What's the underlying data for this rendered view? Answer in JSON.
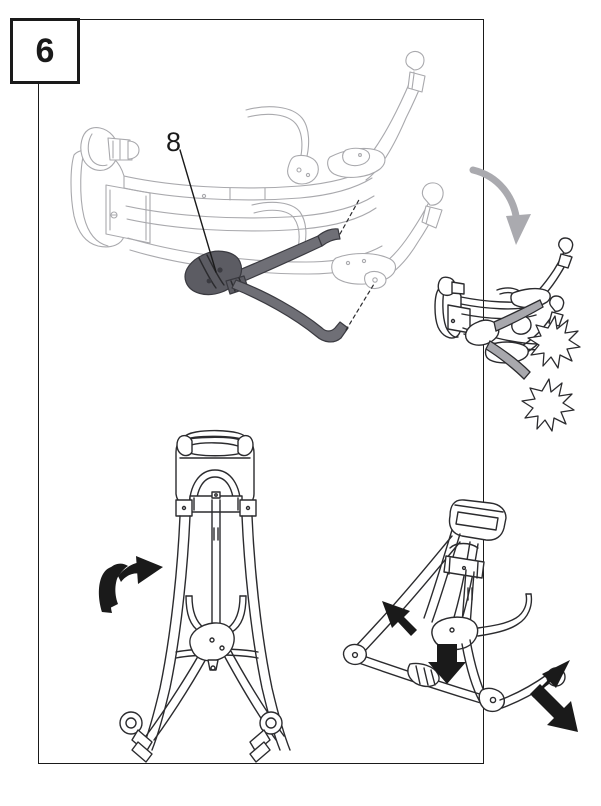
{
  "page": {
    "document_type": "assembly-instruction-step",
    "step_number": "6"
  },
  "step_frame": {
    "name": "step-6-frame",
    "number_label": "6"
  },
  "callouts": [
    {
      "id": "part-8",
      "label": "8",
      "description": "support brace / stabilizer bar",
      "color": "#6f6f76"
    }
  ],
  "illustrations": [
    {
      "id": "main-assembly",
      "name": "main-frame-assembly-illustration",
      "description": "Stroller frame shown in light gray outline with dark gray support brace part 8 being attached",
      "has_dashed_alignment_guides": true,
      "outline_color": "#a9a9ad"
    },
    {
      "id": "detail-inset",
      "name": "snap-detail-inset",
      "description": "Close-up detail of frame with two starburst snap indicators showing where brace clicks into place",
      "burst_count": 2,
      "border_color": "#b0b0b4"
    },
    {
      "id": "front-view-fold",
      "name": "front-view-folding-illustration",
      "description": "Front view of assembled frame with curved rotation arrow indicating fold direction"
    },
    {
      "id": "side-view-fold",
      "name": "side-view-folding-illustration",
      "description": "Side view of assembled frame with three straight arrows indicating pull and push directions"
    }
  ],
  "arrows": [
    {
      "id": "inset-pointer",
      "name": "curved-arrow-to-inset",
      "style": "curved",
      "color": "#aaaaaf",
      "direction": "down"
    },
    {
      "id": "rotate-fold",
      "name": "curved-rotation-arrow",
      "style": "curved",
      "color": "#1a1a1a",
      "direction": "up-right"
    },
    {
      "id": "pull-left",
      "name": "arrow-pull-left",
      "style": "straight",
      "color": "#1a1a1a",
      "direction": "up-left"
    },
    {
      "id": "push-down",
      "name": "arrow-push-down",
      "style": "straight",
      "color": "#1a1a1a",
      "direction": "down"
    },
    {
      "id": "pull-right",
      "name": "arrow-pull-right",
      "style": "straight",
      "color": "#1a1a1a",
      "direction": "down-right"
    }
  ],
  "colors": {
    "line_light": "#a9a9ad",
    "line_dark": "#2b2b2e",
    "part_fill": "#6f6f76",
    "frame_rule": "#1a1a1a",
    "inset_border": "#b0b0b4",
    "background": "#ffffff"
  }
}
